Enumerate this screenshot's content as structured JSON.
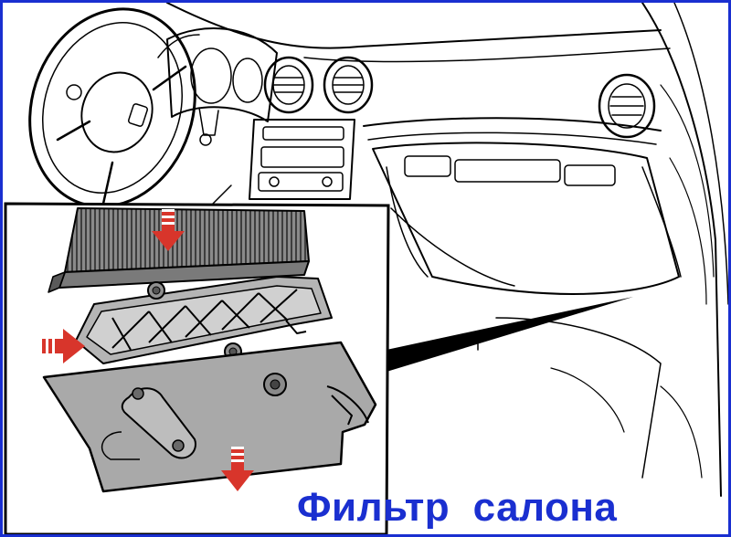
{
  "caption": "Фильтр  салона",
  "colors": {
    "frame_border": "#1a2fd0",
    "caption_text": "#1a2fd0",
    "arrow_red": "#d8352b",
    "part_gray": "#a9a9a9",
    "filter_dark": "#6f6f6f",
    "line_black": "#000000"
  },
  "arrows": [
    {
      "name": "filter-insert-arrow",
      "direction": "down"
    },
    {
      "name": "housing-insert-arrow",
      "direction": "right"
    },
    {
      "name": "cover-remove-arrow",
      "direction": "down"
    }
  ]
}
